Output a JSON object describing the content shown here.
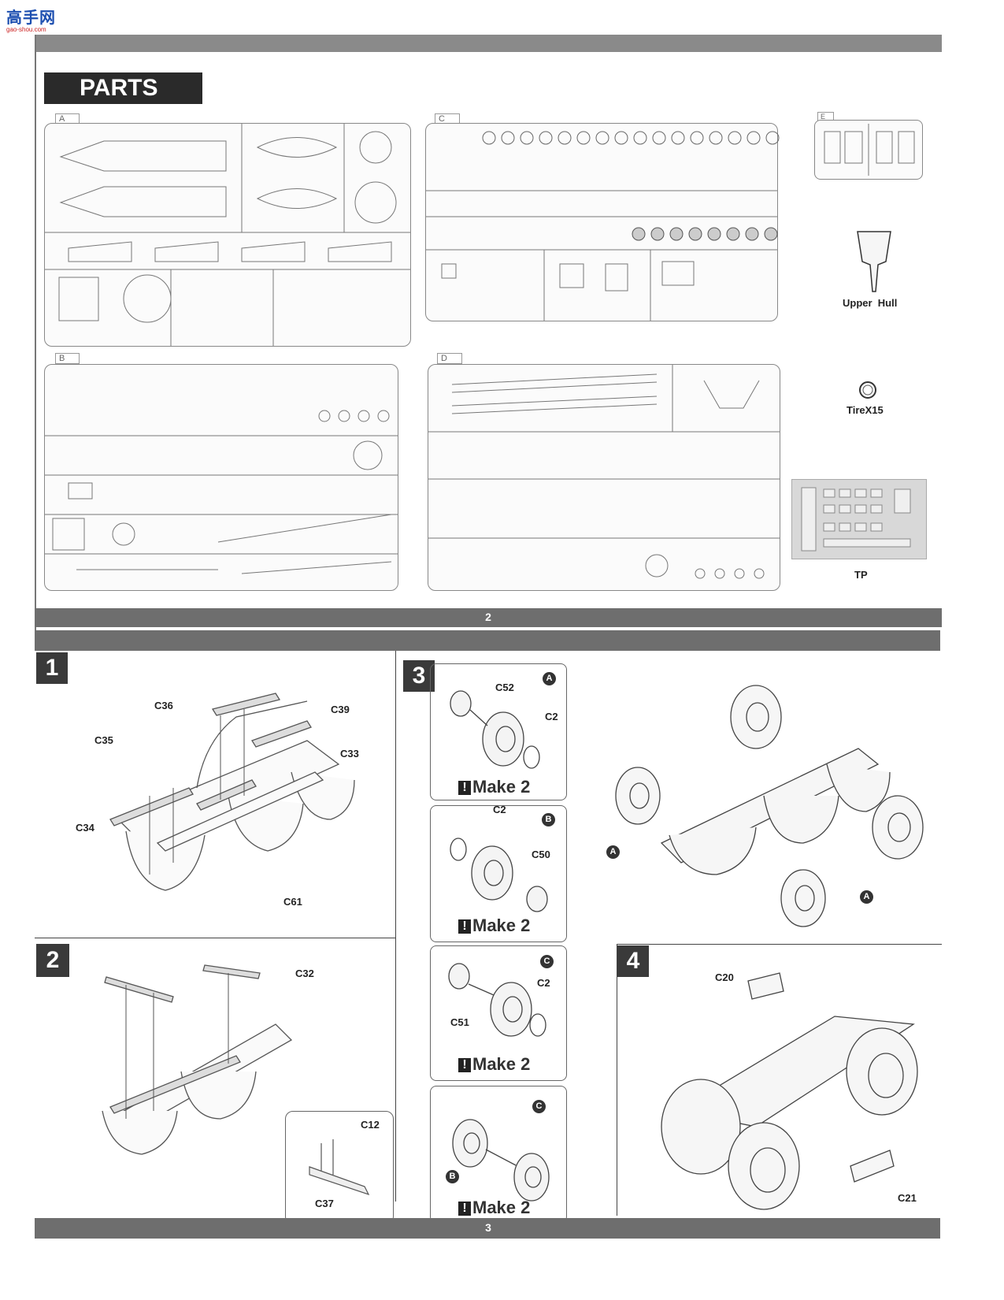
{
  "logo": {
    "text": "高手网",
    "url": "gao-shou.com"
  },
  "page_top": {
    "title": "PARTS",
    "page_number": "2",
    "sprues": [
      {
        "id": "A"
      },
      {
        "id": "B"
      },
      {
        "id": "C"
      },
      {
        "id": "D"
      },
      {
        "id": "E"
      }
    ],
    "extra_labels": {
      "upper_hull": "Upper  Hull",
      "tire": "TireX15",
      "tp": "TP"
    }
  },
  "page_bottom": {
    "page_number": "3",
    "step1": {
      "number": "1",
      "labels": [
        "C36",
        "C39",
        "C35",
        "C33",
        "C34",
        "C61"
      ]
    },
    "step2": {
      "number": "2",
      "labels": [
        "C32",
        "C12",
        "C37"
      ]
    },
    "step3": {
      "number": "3",
      "sub": [
        {
          "badge": "A",
          "labels": [
            "C52",
            "C2"
          ],
          "make": "Make 2"
        },
        {
          "badge": "B",
          "labels": [
            "C2",
            "C50"
          ],
          "make": "Make 2"
        },
        {
          "badge": "C",
          "labels": [
            "C2",
            "C51"
          ],
          "make": "Make 2"
        },
        {
          "badge_left": "B",
          "badge_right": "C",
          "make": "Make 2"
        }
      ],
      "assembly_badges": [
        "A",
        "A"
      ]
    },
    "step4": {
      "number": "4",
      "labels": [
        "C20",
        "C21"
      ]
    }
  }
}
